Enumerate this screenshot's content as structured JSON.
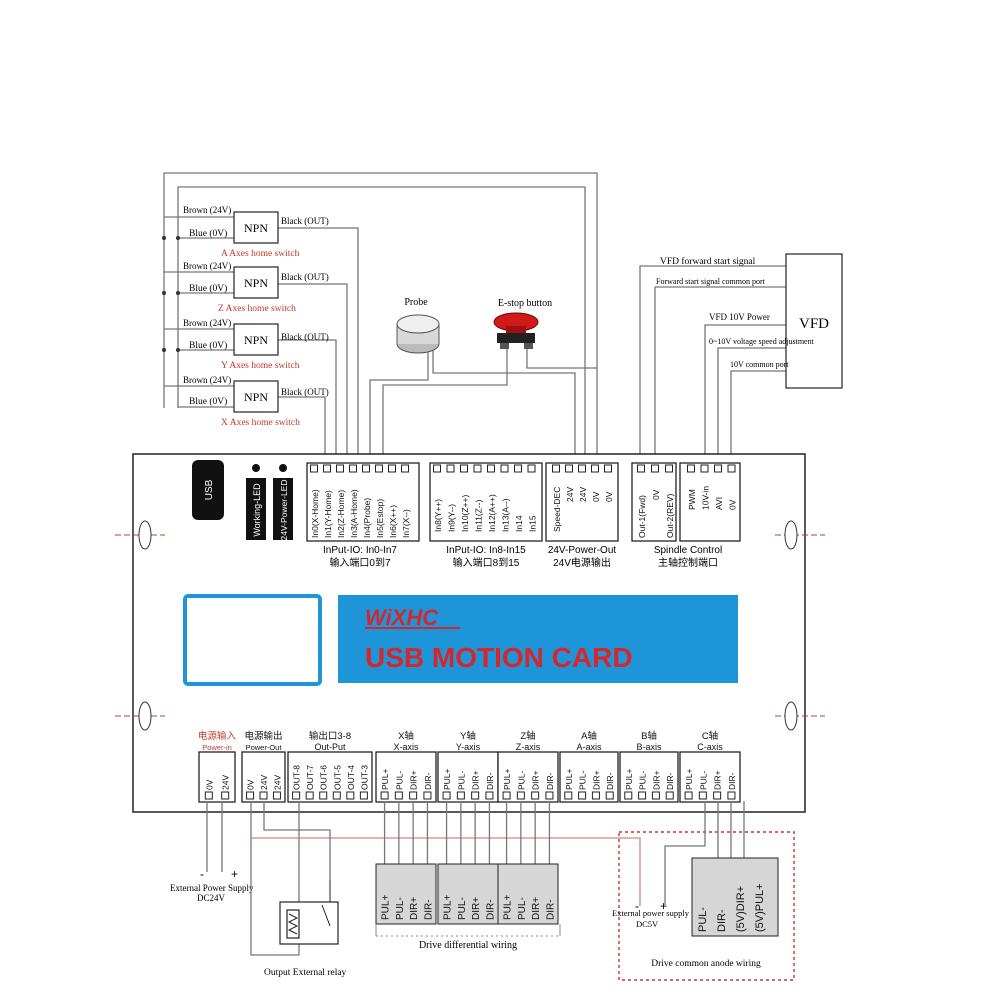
{
  "switches": [
    {
      "type": "NPN",
      "brown": "Brown (24V)",
      "blue": "Blue (0V)",
      "black": "Black (OUT)",
      "caption": "A Axes home switch"
    },
    {
      "type": "NPN",
      "brown": "Brown (24V)",
      "blue": "Blue (0V)",
      "black": "Black (OUT)",
      "caption": "Z Axes home switch"
    },
    {
      "type": "NPN",
      "brown": "Brown (24V)",
      "blue": "Blue (0V)",
      "black": "Black (OUT)",
      "caption": "Y Axes home switch"
    },
    {
      "type": "NPN",
      "brown": "Brown (24V)",
      "blue": "Blue (0V)",
      "black": "Black (OUT)",
      "caption": "X Axes home switch"
    }
  ],
  "probe_label": "Probe",
  "estop_label": "E-stop button",
  "vfd": {
    "title": "VFD",
    "fwd_signal": "VFD forward start signal",
    "fwd_common": "Forward start signal common port",
    "power10v": "VFD 10V Power",
    "speed_adj": "0~10V voltage speed adjustment",
    "common10v": "10V common port"
  },
  "board": {
    "usb": "USB",
    "working_led": "Working-LED",
    "power_led": "24V-Power-LED",
    "input1_pins": [
      "In0(X-Home)",
      "In1(Y-Home)",
      "In2(Z-Home)",
      "In3(A-Home)",
      "In4(Probe)",
      "In5(Estop)",
      "In6(X++)",
      "In7(X--)"
    ],
    "input1_title": "InPut-IO: In0-In7",
    "input1_cn": "输入端口0到7",
    "input2_pins": [
      "In8(Y++)",
      "In9(Y--)",
      "In10(Z++)",
      "In11(Z--)",
      "In12(A++)",
      "In13(A--)",
      "In14",
      "In15"
    ],
    "input2_title": "InPut-IO: In8-In15",
    "input2_cn": "输入端口8到15",
    "power_pins": [
      "Speed-DEC",
      "24V",
      "24V",
      "0V",
      "0V"
    ],
    "power_title": "24V-Power-Out",
    "power_cn": "24V电源输出",
    "spindle_pins_a": [
      "Out-1(Fwd)",
      "0V",
      "Out-2(REV)"
    ],
    "spindle_pins_b": [
      "PWM",
      "10V-in",
      "AVI",
      "0V"
    ],
    "spindle_title": "Spindle Control",
    "spindle_cn": "主轴控制端口",
    "logo": "WiXHC",
    "banner": "USB MOTION CARD",
    "bottom_groups": [
      {
        "cn": "电源输入",
        "en": "Power-in",
        "pins": [
          "0V",
          "24V"
        ]
      },
      {
        "cn": "电源输出",
        "en": "Power-Out",
        "pins": [
          "0V",
          "24V",
          "24V"
        ]
      },
      {
        "cn": "输出口3-8",
        "en": "Out-Put",
        "pins": [
          "OUT-8",
          "OUT-7",
          "OUT-6",
          "OUT-5",
          "OUT-4",
          "OUT-3"
        ]
      },
      {
        "cn": "X轴",
        "en": "X-axis",
        "pins": [
          "PUL+",
          "PUL-",
          "DIR+",
          "DIR-"
        ]
      },
      {
        "cn": "Y轴",
        "en": "Y-axis",
        "pins": [
          "PUL+",
          "PUL-",
          "DIR+",
          "DIR-"
        ]
      },
      {
        "cn": "Z轴",
        "en": "Z-axis",
        "pins": [
          "PUL+",
          "PUL-",
          "DIR+",
          "DIR-"
        ]
      },
      {
        "cn": "A轴",
        "en": "A-axis",
        "pins": [
          "PUL+",
          "PUL-",
          "DIR+",
          "DIR-"
        ]
      },
      {
        "cn": "B轴",
        "en": "B-axis",
        "pins": [
          "PUL+",
          "PUL-",
          "DIR+",
          "DIR-"
        ]
      },
      {
        "cn": "C轴",
        "en": "C-axis",
        "pins": [
          "PUL+",
          "PUL-",
          "DIR+",
          "DIR-"
        ]
      }
    ]
  },
  "external": {
    "minus": "-",
    "plus": "+",
    "ext_power_24": "External  Power  Supply",
    "dc24": "DC24V",
    "relay": "Output External relay",
    "driver_pins": [
      "PUL+",
      "PUL-",
      "DIR+",
      "DIR-"
    ],
    "diff_wiring": "Drive differential wiring",
    "ext_power_5": "External  power supply",
    "dc5": "DC5V",
    "anode_pins": [
      "PUL-",
      "DIR-",
      "(5V)DIR+",
      "(5V)PUL+"
    ],
    "anode_wiring": "Drive common anode wiring"
  },
  "colors": {
    "board_blue": "#1e95d8",
    "banner_red": "#d6262a",
    "caption_red": "#c0392b"
  }
}
